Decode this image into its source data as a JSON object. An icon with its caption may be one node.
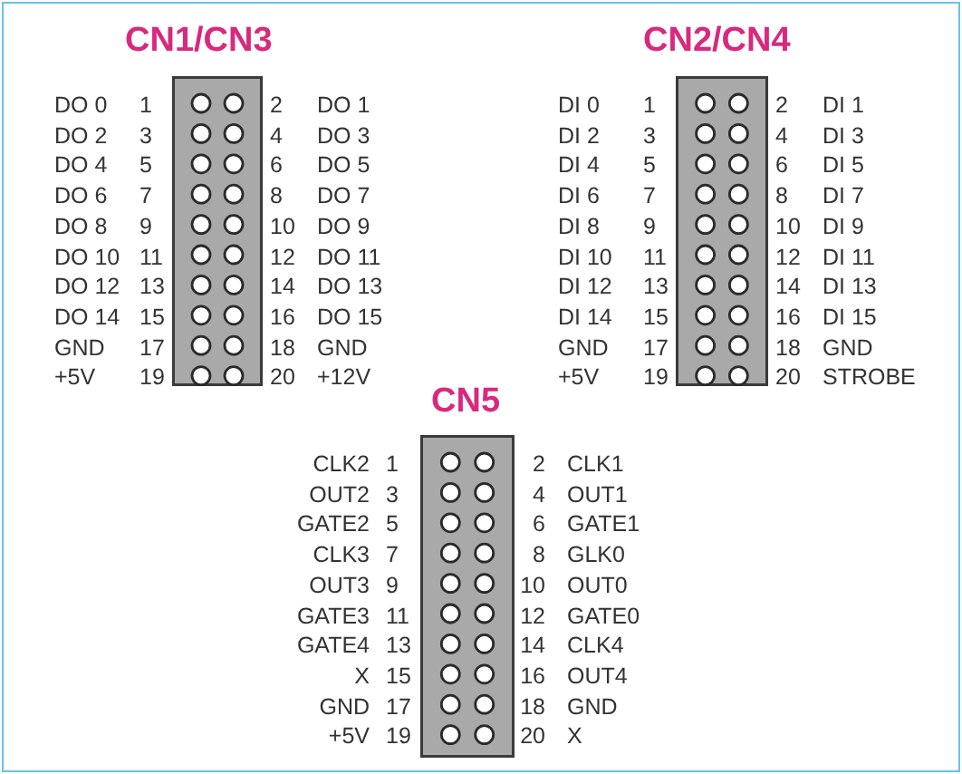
{
  "diagram": {
    "nodes": [
      {
        "text": [
          "CN1/CN3"
        ],
        "beside": [
          "DO 0",
          "1",
          "2",
          "DO 1",
          "DO 2",
          "3",
          "4",
          "DO 3",
          "DO 4",
          "5",
          "6",
          "DO 5",
          "DO 6",
          "7",
          "8",
          "DO 7",
          "DO 8",
          "9",
          "10",
          "DO 9",
          "DO 10",
          "11",
          "12",
          "DO 11",
          "DO 12",
          "13",
          "14",
          "DO 13",
          "DO 14",
          "15",
          "16",
          "DO 15",
          "GND",
          "17",
          "18",
          "GND",
          "+5V",
          "19",
          "20",
          "+12V"
        ]
      },
      {
        "text": [
          "CN2/CN4"
        ],
        "beside": [
          "DI 0",
          "1",
          "2",
          "DI 1",
          "DI 2",
          "3",
          "4",
          "DI 3",
          "DI 4",
          "5",
          "6",
          "DI 5",
          "DI 6",
          "7",
          "8",
          "DI 7",
          "DI 8",
          "9",
          "10",
          "DI 9",
          "DI 10",
          "11",
          "12",
          "DI 11",
          "DI 12",
          "13",
          "14",
          "DI 13",
          "DI 14",
          "15",
          "16",
          "DI 15",
          "GND",
          "17",
          "18",
          "GND",
          "+5V",
          "19",
          "20",
          "STROBE"
        ]
      },
      {
        "text": [
          "CN5"
        ],
        "beside": [
          "CLK2",
          "1",
          "2",
          "CLK1",
          "OUT2",
          "3",
          "4",
          "OUT1",
          "GATE2",
          "5",
          "6",
          "GATE1",
          "CLK3",
          "7",
          "8",
          "GLK0",
          "OUT3",
          "9",
          "10",
          "OUT0",
          "GATE3",
          "11",
          "12",
          "GATE0",
          "GATE4",
          "13",
          "14",
          "CLK4",
          "X",
          "15",
          "16",
          "OUT4",
          "GND",
          "17",
          "18",
          "GND",
          "+5V",
          "19",
          "20",
          "X"
        ]
      }
    ]
  }
}
